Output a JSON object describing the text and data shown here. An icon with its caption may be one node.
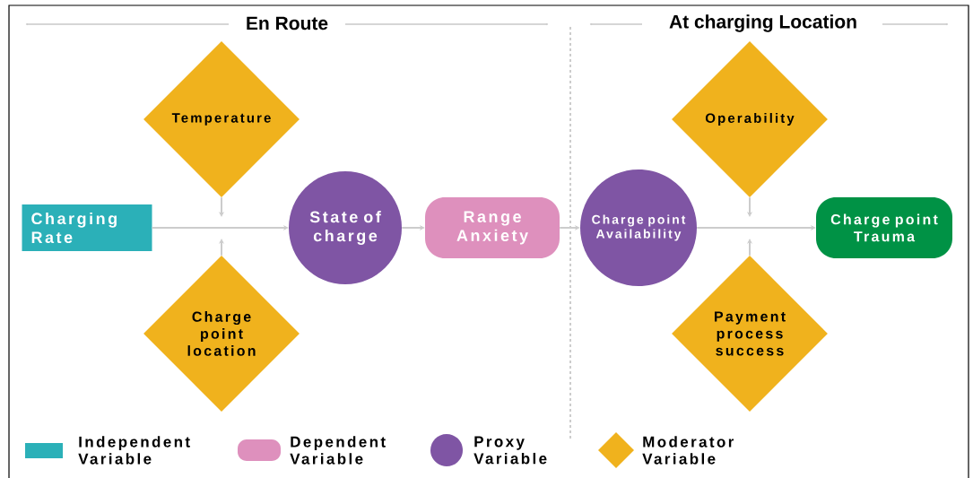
{
  "diagram": {
    "nodes": [
      {
        "text": [
          "Charging Rate"
        ]
      },
      {
        "text": [
          "Temperature"
        ]
      },
      {
        "text": [
          "Charge point location"
        ]
      },
      {
        "text": [
          "State of charge"
        ]
      },
      {
        "text": [
          "Range Anxiety"
        ]
      },
      {
        "text": [
          "Charge point Availability"
        ]
      },
      {
        "text": [
          "Operability"
        ]
      },
      {
        "text": [
          "Payment process success"
        ]
      },
      {
        "text": [
          "Charge point Trauma"
        ]
      }
    ],
    "edges": [
      {
        "from": 0,
        "to": 3,
        "arrow": "to"
      },
      {
        "from": 1,
        "to": null,
        "arrow": "to"
      },
      {
        "from": 2,
        "to": null,
        "arrow": "to"
      },
      {
        "from": 3,
        "to": 4,
        "arrow": "to"
      },
      {
        "from": 4,
        "to": 5,
        "arrow": "to"
      },
      {
        "from": 5,
        "to": 8,
        "arrow": "to"
      },
      {
        "from": 6,
        "to": null,
        "arrow": "to"
      },
      {
        "from": 7,
        "to": null,
        "arrow": "to"
      }
    ],
    "labels": [
      "En Route",
      "At charging Location"
    ],
    "legend": [
      {
        "text": "Independent Variable",
        "color": "#2bb0b8"
      },
      {
        "text": "Dependent Variable",
        "color": "#de90bd"
      },
      {
        "text": "Proxy Variable",
        "color": "#7f55a4"
      },
      {
        "text": "Moderator Variable",
        "color": "#f0b21d"
      }
    ]
  }
}
